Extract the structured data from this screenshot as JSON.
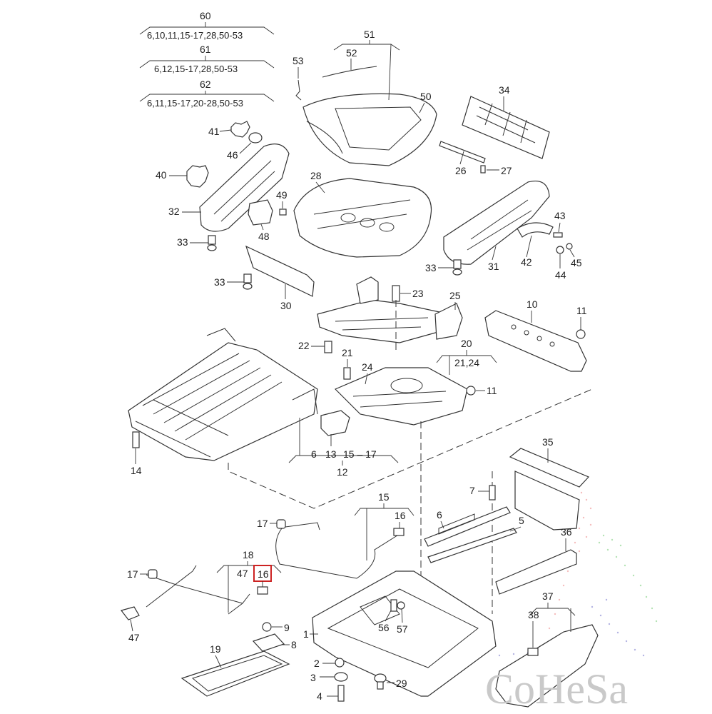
{
  "callouts": {
    "n60": "60",
    "n60_refs": "6,10,11,15-17,28,50-53",
    "n61": "61",
    "n61_refs": "6,12,15-17,28,50-53",
    "n62": "62",
    "n62_refs": "6,11,15-17,20-28,50-53",
    "n51": "51",
    "n52": "52",
    "n53": "53",
    "n50": "50",
    "n34": "34",
    "n41": "41",
    "n46": "46",
    "n40": "40",
    "n32": "32",
    "n49": "49",
    "n48": "48",
    "n33a": "33",
    "n33b": "33",
    "n33c": "33",
    "n28": "28",
    "n26": "26",
    "n27": "27",
    "n43": "43",
    "n42": "42",
    "n31": "31",
    "n44": "44",
    "n45": "45",
    "n30": "30",
    "n23": "23",
    "n25": "25",
    "n10": "10",
    "n11a": "11",
    "n11b": "11",
    "n22": "22",
    "n21": "21",
    "n20": "20",
    "n20_refs": "21,24",
    "n24": "24",
    "n14": "14",
    "n6a": "6",
    "n13": "13",
    "n15_17": "15 – 17",
    "n12": "12",
    "n35": "35",
    "n7": "7",
    "n6b": "6",
    "n5": "5",
    "n36": "36",
    "n15": "15",
    "n16a": "16",
    "n17a": "17",
    "n18": "18",
    "n47a": "47",
    "n16b": "16",
    "n17b": "17",
    "n47b": "47",
    "n9": "9",
    "n8": "8",
    "n19": "19",
    "n1": "1",
    "n2": "2",
    "n3": "3",
    "n4": "4",
    "n29": "29",
    "n56": "56",
    "n57": "57",
    "n37": "37",
    "n38": "38"
  },
  "highlight": {
    "label": "16",
    "color": "#cc2222"
  },
  "watermark": {
    "text": "CoHeSa"
  }
}
